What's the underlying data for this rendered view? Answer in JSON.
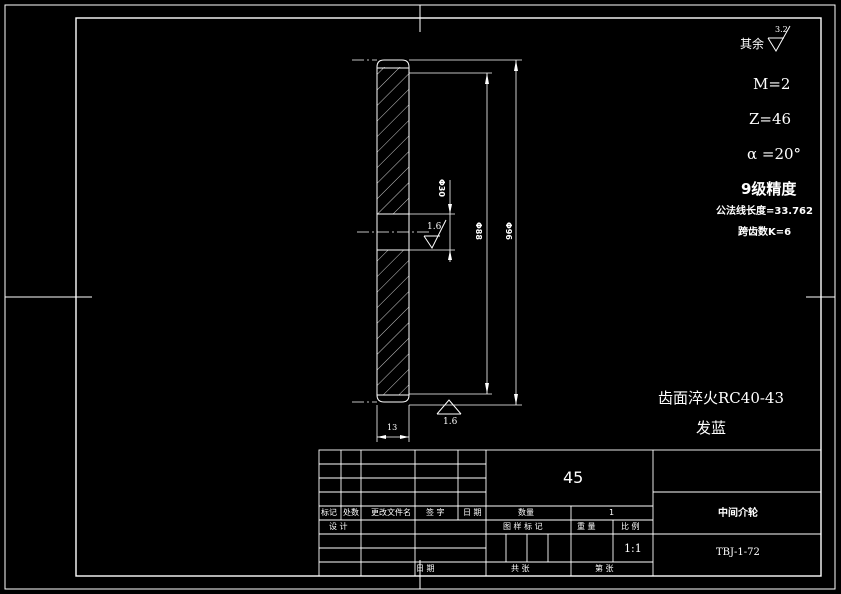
{
  "finish_note": {
    "label": "其余",
    "roughness": "3.2"
  },
  "gear_spec": {
    "module": "M=2",
    "teeth": "Z=46",
    "pressure_angle": "α =20°",
    "accuracy": "9级精度",
    "base_tangent_length": "公法线长度=33.762",
    "span_teeth": "跨齿数K=6"
  },
  "dimensions": {
    "thickness": "13",
    "bore_roughness": "1.6",
    "face_roughness": "1.6",
    "bore_dim": "Φ30",
    "root_dim": "Φ88",
    "tip_dim": "Φ96"
  },
  "tech_requirements": {
    "hardening": "齿面淬火RC40-43",
    "blackening": "发蓝"
  },
  "title_block": {
    "material": "45",
    "part_name": "中间介轮",
    "drawing_no": "TBJ-1-72",
    "rev_headers": [
      "标记",
      "处数",
      "更改文件名",
      "签 字",
      "日 期"
    ],
    "design": "设 计",
    "date": "日 期",
    "quantity_label": "数量",
    "quantity_value": "1",
    "stage_mark": "图 样 标 记",
    "weight": "重 量",
    "scale_label": "比 例",
    "scale": "1:1",
    "sheet_total": "共   张",
    "sheet_no": "第   张"
  }
}
